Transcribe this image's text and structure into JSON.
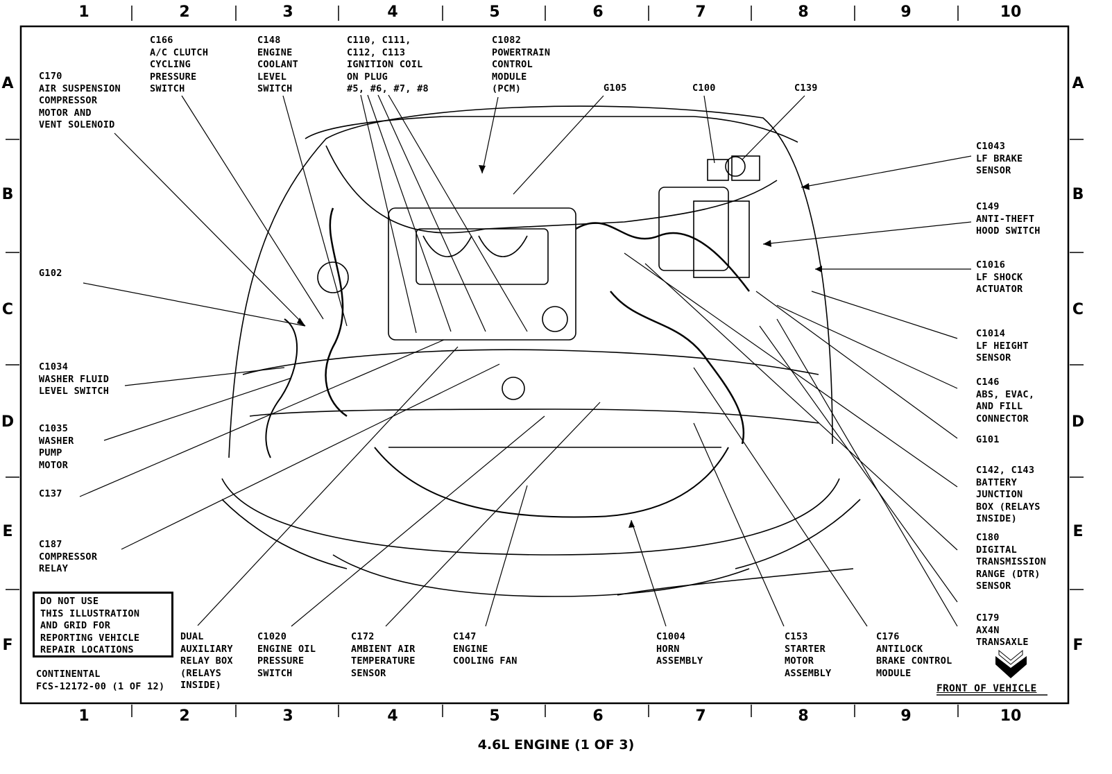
{
  "grid": {
    "columns": [
      "1",
      "2",
      "3",
      "4",
      "5",
      "6",
      "7",
      "8",
      "9",
      "10"
    ],
    "rows": [
      "A",
      "B",
      "C",
      "D",
      "E",
      "F"
    ]
  },
  "callouts": {
    "c170": "C170\nAIR SUSPENSION\nCOMPRESSOR\nMOTOR AND\nVENT SOLENOID",
    "c166": "C166\nA/C CLUTCH\nCYCLING\nPRESSURE\nSWITCH",
    "c148": "C148\nENGINE\nCOOLANT\nLEVEL\nSWITCH",
    "c110": "C110, C111,\nC112, C113\nIGNITION COIL\nON PLUG\n#5, #6, #7, #8",
    "c1082": "C1082\nPOWERTRAIN\nCONTROL\nMODULE\n(PCM)",
    "g105": "G105",
    "c100": "C100",
    "c139": "C139",
    "c1043": "C1043\nLF BRAKE\nSENSOR",
    "c149": "C149\nANTI-THEFT\nHOOD SWITCH",
    "c1016": "C1016\nLF SHOCK\nACTUATOR",
    "c1014": "C1014\nLF HEIGHT\nSENSOR",
    "c146": "C146\nABS, EVAC,\nAND FILL\nCONNECTOR",
    "g101": "G101",
    "c142": "C142, C143\nBATTERY\nJUNCTION\nBOX (RELAYS\nINSIDE)",
    "c180": "C180\nDIGITAL\nTRANSMISSION\nRANGE (DTR)\nSENSOR",
    "c179": "C179\nAX4N\nTRANSAXLE",
    "g102": "G102",
    "c1034": "C1034\nWASHER FLUID\nLEVEL SWITCH",
    "c1035": "C1035\nWASHER\nPUMP\nMOTOR",
    "c137": "C137",
    "c187": "C187\nCOMPRESSOR\nRELAY",
    "dual_aux": "DUAL\nAUXILIARY\nRELAY BOX\n(RELAYS\nINSIDE)",
    "c1020": "C1020\nENGINE OIL\nPRESSURE\nSWITCH",
    "c172": "C172\nAMBIENT AIR\nTEMPERATURE\nSENSOR",
    "c147": "C147\nENGINE\nCOOLING FAN",
    "c1004": "C1004\nHORN\nASSEMBLY",
    "c153": "C153\nSTARTER\nMOTOR\nASSEMBLY",
    "c176": "C176\nANTILOCK\nBRAKE CONTROL\nMODULE"
  },
  "notice": "DO NOT USE\nTHIS ILLUSTRATION\nAND GRID FOR\nREPORTING VEHICLE\nREPAIR LOCATIONS",
  "footer": {
    "model": "CONTINENTAL",
    "figure": "FCS-12172-00 (1 OF 12)",
    "front_of_vehicle": "FRONT OF VEHICLE",
    "title": "4.6L ENGINE (1 OF 3)"
  }
}
